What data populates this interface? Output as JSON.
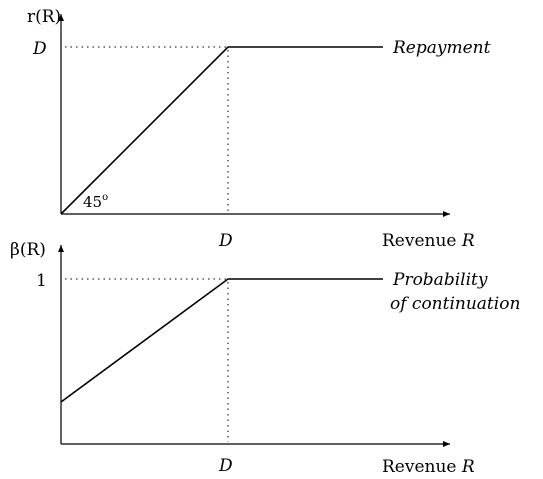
{
  "top_panel": {
    "y_axis_label": "r(R)",
    "d_level_label": "D",
    "angle_label": "45",
    "angle_mark": "o",
    "d_tick_label": "D",
    "x_axis_label": "Revenue",
    "x_axis_symbol": "R",
    "curve_label": "Repayment"
  },
  "bottom_panel": {
    "y_axis_label": "β(R)",
    "one_level_label": "1",
    "d_tick_label": "D",
    "x_axis_label": "Revenue",
    "x_axis_symbol": "R",
    "curve_label_line1": "Probability",
    "curve_label_line2": "of continuation"
  }
}
